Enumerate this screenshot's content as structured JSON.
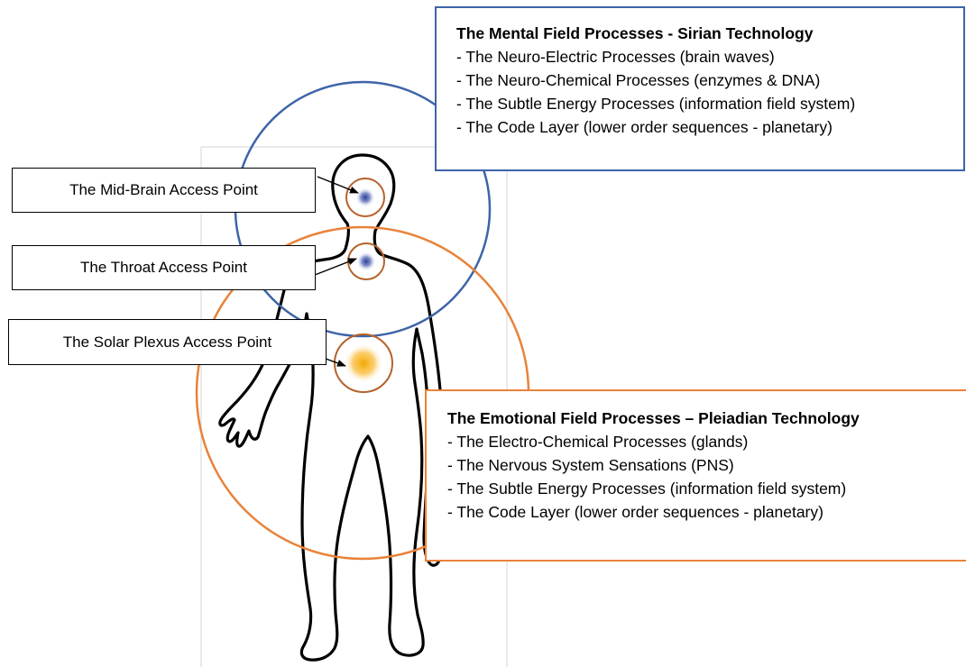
{
  "access_points": [
    {
      "label": "The Mid-Brain Access Point"
    },
    {
      "label": "The Throat Access Point"
    },
    {
      "label": "The Solar Plexus Access Point"
    }
  ],
  "mental_field": {
    "title": "The Mental Field Processes - Sirian Technology",
    "items": [
      "- The Neuro-Electric Processes (brain waves)",
      "- The Neuro-Chemical Processes (enzymes & DNA)",
      "- The Subtle Energy Processes (information field system)",
      "- The Code Layer (lower order sequences - planetary)"
    ],
    "color": "#3d64a8"
  },
  "emotional_field": {
    "title": "The Emotional Field Processes – Pleiadian Technology",
    "items": [
      "- The Electro-Chemical Processes (glands)",
      "- The Nervous System Sensations (PNS)",
      "- The Subtle Energy Processes (information field system)",
      "- The Code Layer (lower order sequences - planetary)"
    ],
    "color": "#e8833a"
  },
  "colors": {
    "mid_brain_point": "#4a5aa8",
    "throat_point": "#4a5aa8",
    "solar_plexus_point": "#f5b51c",
    "point_ring": "#b5622b",
    "body_outline": "#000000"
  }
}
